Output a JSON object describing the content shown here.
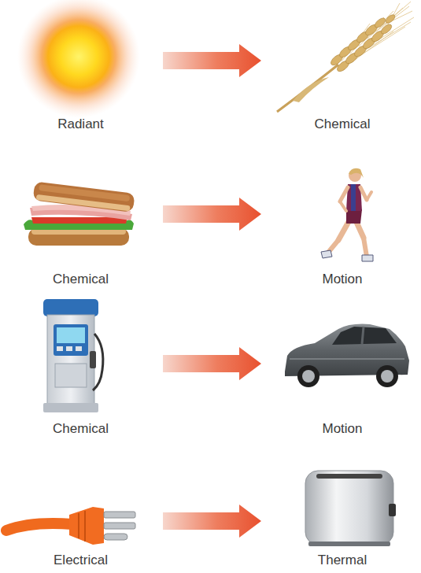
{
  "diagram": {
    "nodes": [
      {
        "text": [
          "Radiant"
        ]
      },
      {
        "text": [
          "Chemical"
        ]
      },
      {
        "text": [
          "Chemical"
        ]
      },
      {
        "text": [
          "Motion"
        ]
      },
      {
        "text": [
          "Chemical"
        ]
      },
      {
        "text": [
          "Motion"
        ]
      },
      {
        "text": [
          "Electrical"
        ]
      },
      {
        "text": [
          "Thermal"
        ]
      }
    ],
    "edges": [
      {
        "from": 0,
        "to": 1,
        "arrow": "to"
      },
      {
        "from": 2,
        "to": 3,
        "arrow": "to"
      },
      {
        "from": 4,
        "to": 5,
        "arrow": "to"
      },
      {
        "from": 6,
        "to": 7,
        "arrow": "to"
      }
    ]
  }
}
